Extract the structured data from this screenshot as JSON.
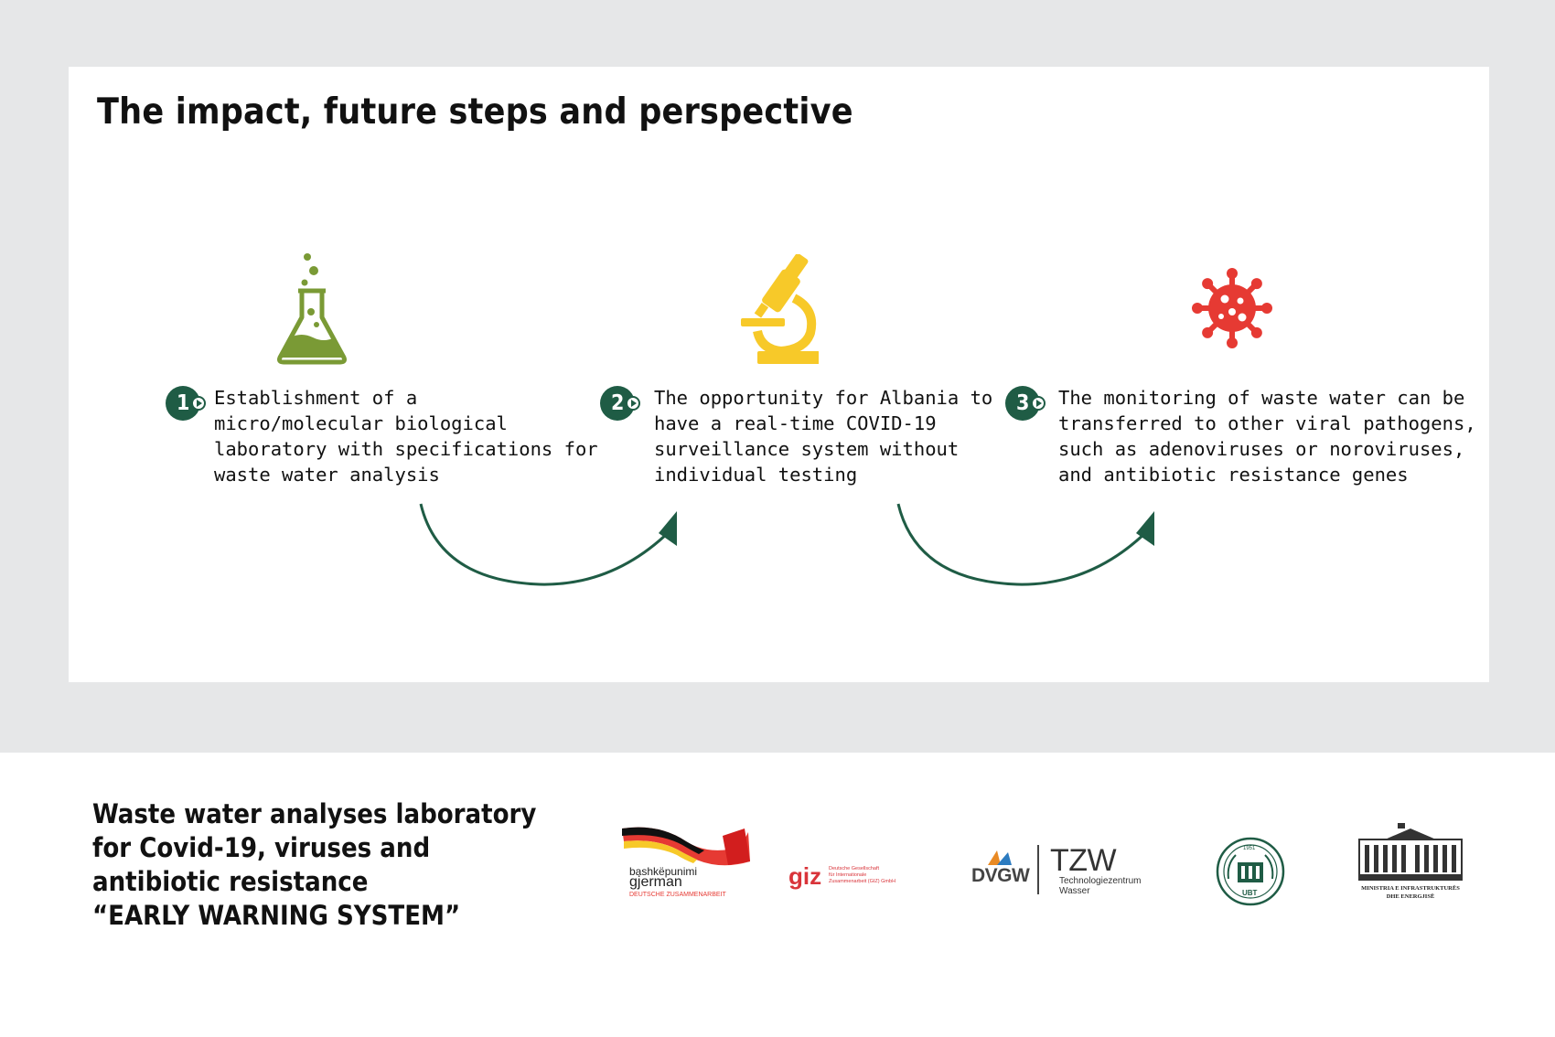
{
  "title": "The impact, future steps and perspective",
  "steps": [
    {
      "number": "1",
      "icon": "flask-icon",
      "color": "#7a9a35",
      "text": "Establishment of a\nmicro/molecular biological\nlaboratory with specifications for\nwaste water analysis"
    },
    {
      "number": "2",
      "icon": "microscope-icon",
      "color": "#f7c929",
      "text": "The opportunity for Albania to\nhave a real-time COVID-19\nsurveillance system without\nindividual testing"
    },
    {
      "number": "3",
      "icon": "virus-icon",
      "color": "#e63a33",
      "text": "The monitoring of waste water can be\ntransferred to other viral pathogens,\nsuch as adenoviruses or noroviruses,\nand antibiotic resistance genes"
    }
  ],
  "colors": {
    "accent": "#1f5c45",
    "background": "#e6e7e8"
  },
  "footer": {
    "title_lines": [
      "Waste water analyses laboratory",
      "for Covid-19, viruses and",
      "antibiotic resistance",
      "“EARLY WARNING SYSTEM”"
    ]
  },
  "logos": {
    "bashkepunimi": {
      "line1": "bashkëpunimi",
      "line2": "gjerman",
      "line3": "DEUTSCHE ZUSAMMENARBEIT"
    },
    "giz": {
      "mark": "giz",
      "line1": "Deutsche Gesellschaft",
      "line2": "für Internationale",
      "line3": "Zusammenarbeit (GIZ) GmbH"
    },
    "dvgw": {
      "mark": "DVGW",
      "tzw": "TZW",
      "line1": "Technologiezentrum",
      "line2": "Wasser"
    },
    "ubt": {
      "year": "1951",
      "mark": "UBT"
    },
    "ministry": {
      "line1": "MINISTRIA E INFRASTRUKTURËS",
      "line2": "DHE ENERGJISË"
    }
  }
}
